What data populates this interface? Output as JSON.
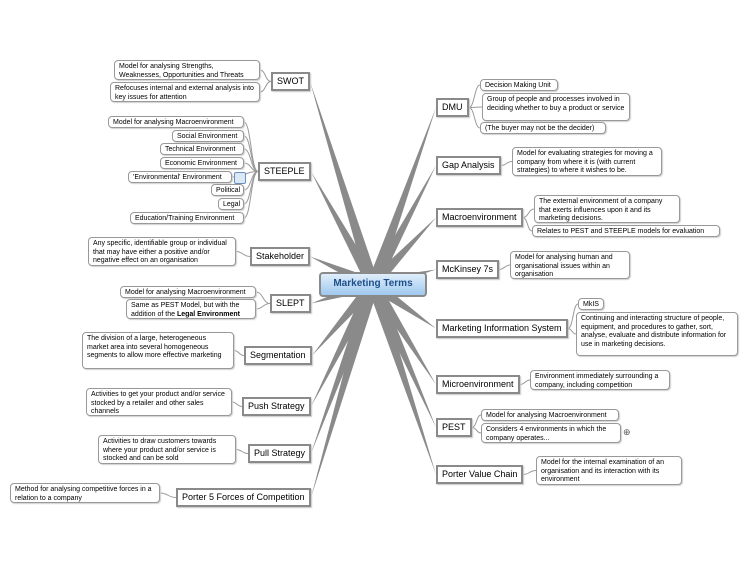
{
  "central": {
    "label": "Marketing Terms"
  },
  "left": {
    "swot": {
      "label": "SWOT",
      "notes": [
        "Model for analysing Strengths, Weaknesses, Opportunities and Threats",
        "Refocuses internal and external analysis into key issues for attention"
      ]
    },
    "steeple": {
      "label": "STEEPLE",
      "notes": [
        "Model for analysing Macroenvironment",
        "Social Environment",
        "Technical Environment",
        "Economic Environment",
        "'Environmental' Environment",
        "Political",
        "Legal",
        "Education/Training Environment"
      ]
    },
    "stakeholder": {
      "label": "Stakeholder",
      "notes": [
        "Any specific, identifiable group or individual that may have either a positive and/or negative effect on an organisation"
      ]
    },
    "slept": {
      "label": "SLEPT",
      "notes": [
        "Model for analysing Macroenvironment",
        "Same as PEST Model, but with the addition of the ",
        "Legal Environment"
      ]
    },
    "segmentation": {
      "label": "Segmentation",
      "notes": [
        "The division of a large, heterogeneous market area into several homogeneous segments to allow more effective marketing"
      ]
    },
    "push": {
      "label": "Push Strategy",
      "notes": [
        "Activities to get your product and/or service stocked by a retailer and other sales channels"
      ]
    },
    "pull": {
      "label": "Pull Strategy",
      "notes": [
        "Activities to draw customers towards where your product and/or service is stocked and can be sold"
      ]
    },
    "porter5": {
      "label": "Porter 5 Forces of Competition",
      "notes": [
        "Method for analysing competitive forces in a relation to a company"
      ]
    }
  },
  "right": {
    "dmu": {
      "label": "DMU",
      "notes": [
        "Decision Making Unit",
        "Group of people and processes involved in deciding whether to buy a product or service",
        "(The buyer may not be the decider)"
      ]
    },
    "gap": {
      "label": "Gap Analysis",
      "notes": [
        "Model for evaluating strategies for moving a company from where it is (with current strategies) to where it wishes to be."
      ]
    },
    "macro": {
      "label": "Macroenvironment",
      "notes": [
        "The external environment of a company that exerts influences upon it and its marketing decisions.",
        "Relates to PEST and STEEPLE models for evaluation"
      ]
    },
    "mckinsey": {
      "label": "McKinsey 7s",
      "notes": [
        "Model for analysing human and organisational issues within an organisation"
      ]
    },
    "mis": {
      "label": "Marketing Information System",
      "notes": [
        "MkIS",
        "Continuing and interacting structure of people, equipment, and procedures to gather, sort, analyse, evaluate and distribute information for use in marketing decisions."
      ]
    },
    "micro": {
      "label": "Microenvironment",
      "notes": [
        "Environment immediately surrounding a company, including competition"
      ]
    },
    "pest": {
      "label": "PEST",
      "notes": [
        "Model for analysing Macroenvironment",
        "Considers 4 environments in which the company operates..."
      ]
    },
    "porterv": {
      "label": "Porter Value Chain",
      "notes": [
        "Model for the internal examination of an organisation and its interaction with its environment"
      ]
    }
  },
  "colors": {
    "wedge": "#8a8a8a",
    "main_text": "#1d4f8a",
    "main_fill": "#9fc8ef"
  },
  "icons": {
    "expand": "plus-circle-icon",
    "note": "note-icon"
  },
  "expand_symbol": "⊕"
}
